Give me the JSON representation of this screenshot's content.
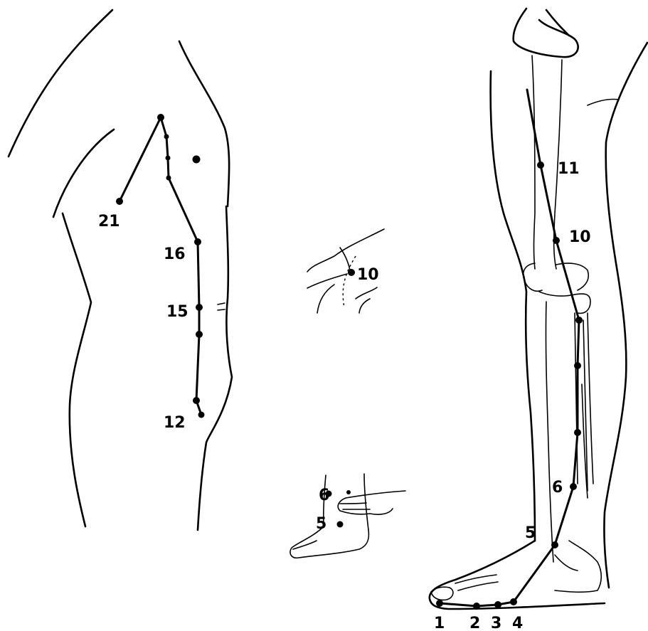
{
  "diagram": {
    "line_color": "#000000",
    "background": "#ffffff",
    "torso_labels": {
      "p21": "21",
      "p16": "16",
      "p15": "15",
      "p12": "12"
    },
    "knee_inset_labels": {
      "p10": "10"
    },
    "ankle_inset_labels": {
      "p6": "6",
      "p5": "5"
    },
    "leg_labels": {
      "p11": "11",
      "p10": "10",
      "p6": "6",
      "p5": "5",
      "p1": "1",
      "p2": "2",
      "p3": "3",
      "p4": "4"
    }
  }
}
